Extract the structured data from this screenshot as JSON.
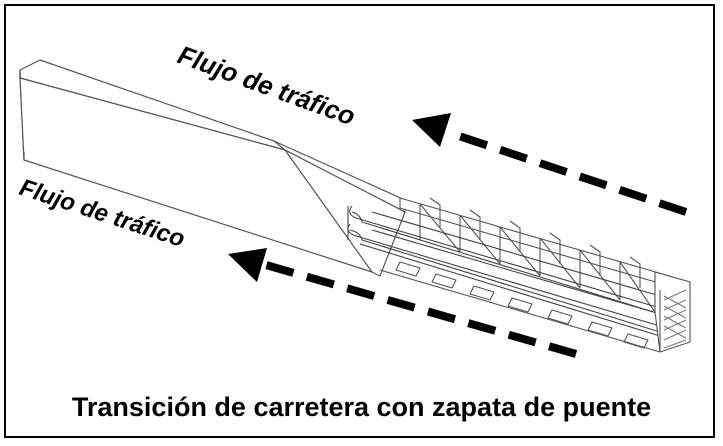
{
  "diagram": {
    "caption": "Transición de carretera con zapata de puente",
    "labels": {
      "traffic_flow_upper": "Flujo de tráfico",
      "traffic_flow_lower": "Flujo de tráfico"
    }
  },
  "colors": {
    "ink": "#000000",
    "background": "#ffffff",
    "line": "#555555",
    "hatch": "#777777"
  }
}
